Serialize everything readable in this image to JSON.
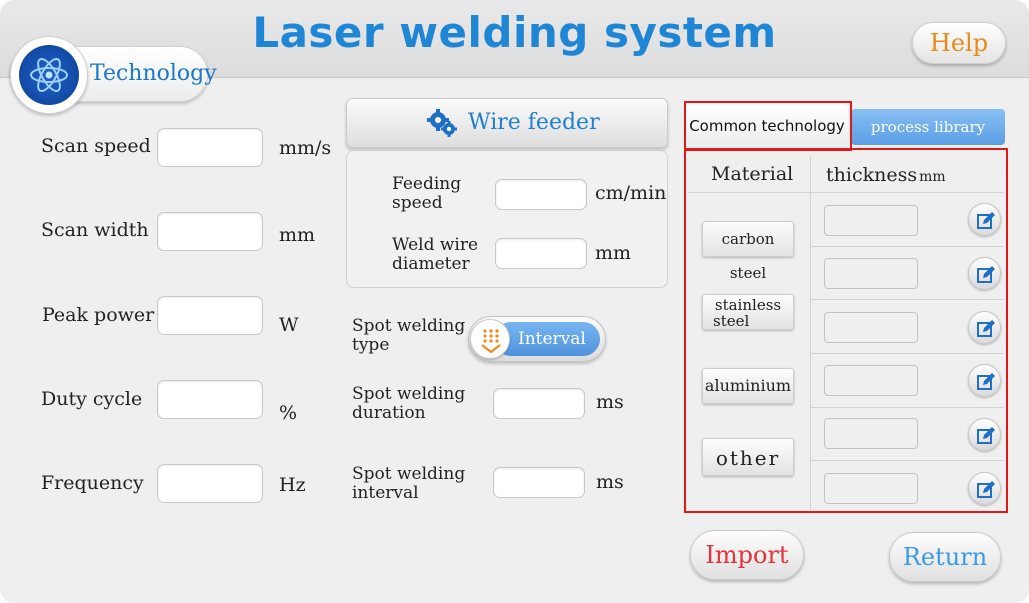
{
  "header": {
    "title": "Laser welding system",
    "help_label": "Help"
  },
  "nav": {
    "technology_label": "Technology"
  },
  "left_params": [
    {
      "label": "Scan speed",
      "value": "",
      "unit": "mm/s"
    },
    {
      "label": "Scan width",
      "value": "",
      "unit": "mm"
    },
    {
      "label": "Peak power",
      "value": "",
      "unit": "W"
    },
    {
      "label": "Duty cycle",
      "value": "",
      "unit": "%"
    },
    {
      "label": "Frequency",
      "value": "",
      "unit": "Hz"
    }
  ],
  "wire_feeder": {
    "label": "Wire feeder",
    "fields": [
      {
        "label_line1": "Feeding",
        "label_line2": "speed",
        "value": "",
        "unit": "cm/min"
      },
      {
        "label_line1": "Weld wire",
        "label_line2": "diameter",
        "value": "",
        "unit": "mm"
      }
    ]
  },
  "spot_welding": {
    "type": {
      "label_line1": "Spot welding",
      "label_line2": "type",
      "value": "Interval"
    },
    "duration": {
      "label_line1": "Spot welding",
      "label_line2": "duration",
      "value": "",
      "unit": "ms"
    },
    "interval": {
      "label_line1": "Spot welding",
      "label_line2": "interval",
      "value": "",
      "unit": "ms"
    }
  },
  "library": {
    "tabs": {
      "common": "Common technology",
      "process": "process library"
    },
    "headers": {
      "material": "Material",
      "thickness": "thickness",
      "thickness_unit": "mm"
    },
    "materials": [
      {
        "line1": "carbon steel",
        "line2": ""
      },
      {
        "line1": "stainless",
        "line2": "steel"
      },
      {
        "line1": "aluminium",
        "line2": ""
      },
      {
        "line1": "other",
        "line2": ""
      }
    ],
    "thickness_rows": [
      "",
      "",
      "",
      "",
      "",
      ""
    ],
    "edit_icon": "edit-icon"
  },
  "actions": {
    "import_label": "Import",
    "return_label": "Return"
  },
  "colors": {
    "accent_blue": "#1f86d6",
    "help_orange": "#e88a1a",
    "import_red": "#e0343c",
    "highlight_red": "#e01818",
    "tab_active": "#5a9ee6"
  }
}
